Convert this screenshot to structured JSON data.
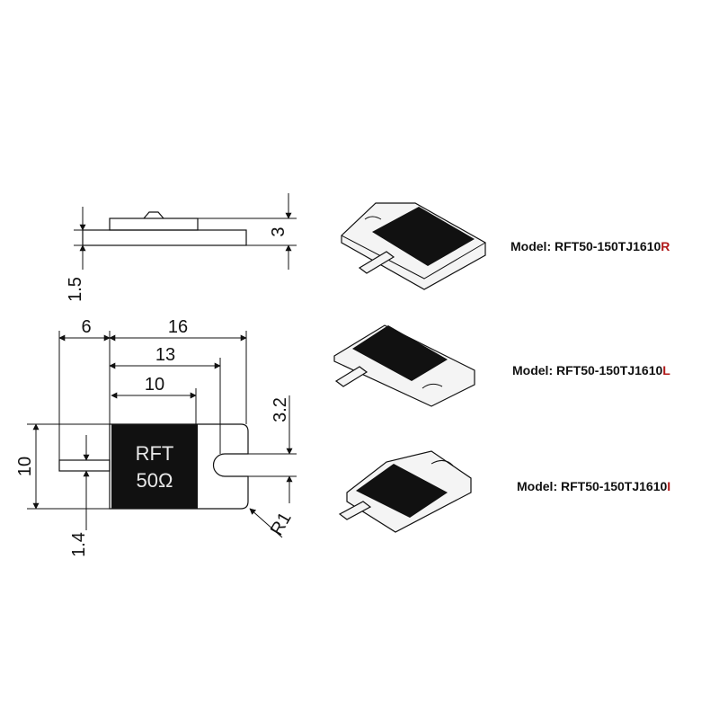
{
  "dimensions": {
    "height_top": "3",
    "tab_thickness": "1.5",
    "left_offset": "6",
    "total_length": "16",
    "mid_length": "13",
    "chip_length": "10",
    "tab_gap": "3.2",
    "body_width": "10",
    "lead_width": "1.4",
    "radius": "R1"
  },
  "chip": {
    "line1": "RFT",
    "line2": "50Ω"
  },
  "models": [
    {
      "label": "Model:",
      "base": "RFT50-150TJ1610",
      "suffix": "R"
    },
    {
      "label": "Model:",
      "base": "RFT50-150TJ1610",
      "suffix": "L"
    },
    {
      "label": "Model:",
      "base": "RFT50-150TJ1610",
      "suffix": "I"
    }
  ],
  "colors": {
    "chip": "#111111",
    "line": "#111111",
    "accent": "#b01818"
  }
}
